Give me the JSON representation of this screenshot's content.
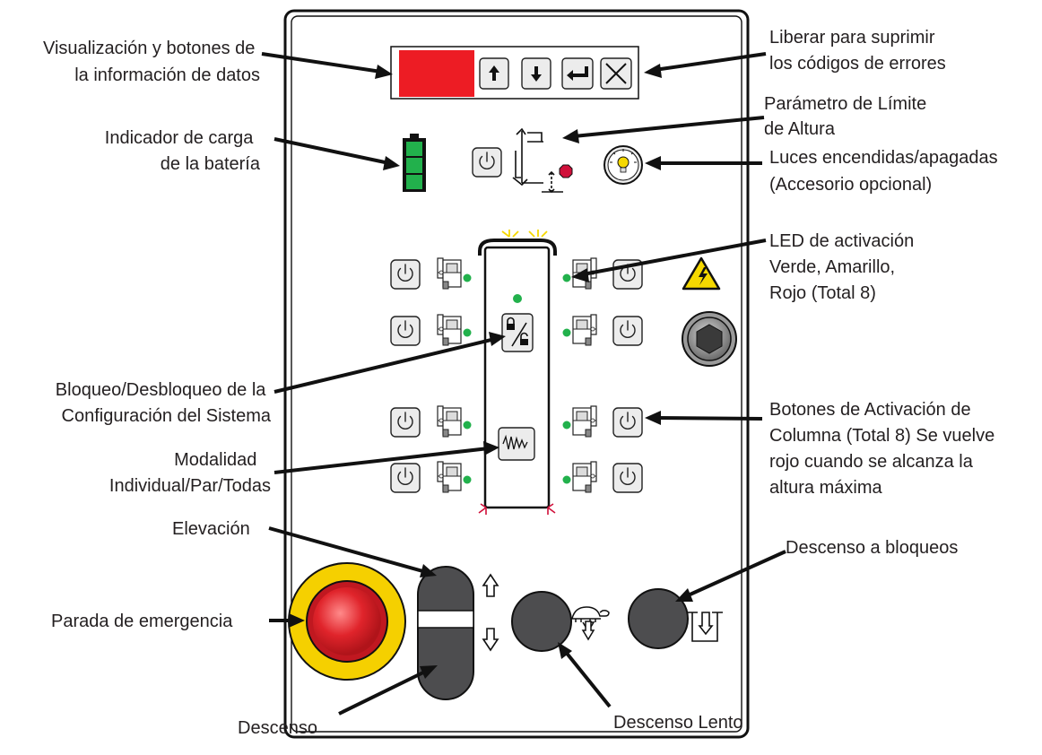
{
  "labels": {
    "display_buttons": [
      "Visualización y botones de",
      "la información de datos"
    ],
    "release_errors": [
      "Liberar para suprimir",
      "los códigos de errores"
    ],
    "height_limit": [
      "Parámetro de Límite",
      "de Altura"
    ],
    "battery": [
      "Indicador de carga",
      "de la batería"
    ],
    "lights": [
      "Luces encendidas/apagadas",
      "(Accesorio opcional)"
    ],
    "led": [
      "LED de activación",
      "Verde, Amarillo,",
      "Rojo (Total 8)"
    ],
    "lock": [
      "Bloqueo/Desbloqueo de la",
      "Configuración del Sistema"
    ],
    "column_buttons": [
      "Botones de Activación de",
      "Columna (Total 8) Se vuelve",
      "rojo cuando se alcanza la",
      "altura máxima"
    ],
    "mode": [
      "Modalidad",
      "Individual/Par/Todas"
    ],
    "raise": "Elevación",
    "lower_to_locks": "Descenso a bloqueos",
    "emergency_stop": "Parada de emergencia",
    "lower": "Descenso",
    "slow_lower": "Descenso Lento"
  },
  "colors": {
    "display": "#ed1c24",
    "battery_cell": "#22b14c",
    "led_green": "#22b14c",
    "led_yellow": "#f5d800",
    "led_red": "#d0103a",
    "estop_yellow": "#f5d000",
    "estop_red": "#e0242b",
    "button_dark": "#4d4d4f"
  },
  "icons": [
    "up-arrow-icon",
    "down-arrow-icon",
    "enter-icon",
    "close-icon",
    "power-icon",
    "lightbulb-icon",
    "lock-unlock-icon",
    "mode-icon",
    "warning-high-voltage-icon",
    "turtle-icon",
    "lower-to-locks-icon"
  ]
}
